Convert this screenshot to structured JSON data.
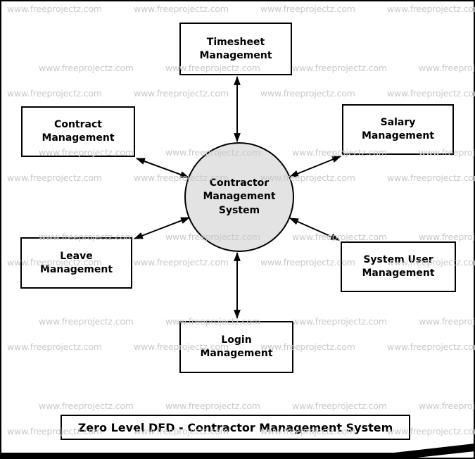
{
  "diagram": {
    "type": "data-flow-diagram",
    "title": "Zero Level DFD - Contractor Management System",
    "center_process": {
      "label": "Contractor\nManagement\nSystem"
    },
    "external_entities": [
      {
        "id": "timesheet",
        "label": "Timesheet\nManagement"
      },
      {
        "id": "contract",
        "label": "Contract\nManagement"
      },
      {
        "id": "salary",
        "label": "Salary\nManagement"
      },
      {
        "id": "leave",
        "label": "Leave\nManagement"
      },
      {
        "id": "system-user",
        "label": "System User\nManagement"
      },
      {
        "id": "login",
        "label": "Login\nManagement"
      }
    ],
    "connections": [
      {
        "from": "center",
        "to": "timesheet",
        "bidirectional": true
      },
      {
        "from": "center",
        "to": "contract",
        "bidirectional": true
      },
      {
        "from": "center",
        "to": "salary",
        "bidirectional": true
      },
      {
        "from": "center",
        "to": "leave",
        "bidirectional": true
      },
      {
        "from": "center",
        "to": "system-user",
        "bidirectional": true
      },
      {
        "from": "center",
        "to": "login",
        "bidirectional": true
      }
    ],
    "colors": {
      "process_fill": "#e3e3e3",
      "line": "#000000",
      "watermark": "#c9c9c9",
      "background": "#ffffff"
    }
  },
  "watermark": {
    "text": "www.freeprojectz.com"
  }
}
